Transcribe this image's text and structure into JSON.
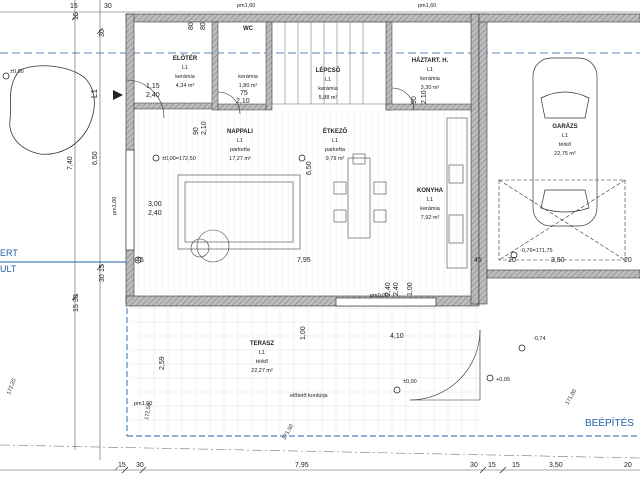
{
  "rooms": {
    "eloter": {
      "name": "ELŐTÉR",
      "level": "L1",
      "material": "kerámia",
      "area": "4,34 m²"
    },
    "wc": {
      "name": "WC",
      "material": "kerámia",
      "area": "1,80 m²"
    },
    "lepcso": {
      "name": "LÉPCSŐ",
      "level": "L1",
      "material": "kerámia",
      "area": "5,88 m²"
    },
    "haztart": {
      "name": "HÁZTART. H.",
      "level": "L1",
      "material": "kerámia",
      "area": "3,30 m²"
    },
    "nappali": {
      "name": "NAPPALI",
      "level": "L1",
      "material": "parketta",
      "area": "17,27 m²"
    },
    "etkezo": {
      "name": "ÉTKEZŐ",
      "level": "L1",
      "material": "parketta",
      "area": "9,79 m²"
    },
    "konyha": {
      "name": "KONYHA",
      "level": "L1",
      "material": "kerámia",
      "area": "7,92 m²"
    },
    "garazs": {
      "name": "GARÁZS",
      "level": "L1",
      "material": "térkő",
      "area": "22,75 m²"
    },
    "terasz": {
      "name": "TERASZ",
      "level": "L1",
      "material": "térkő",
      "area": "22,27 m²"
    }
  },
  "levels": {
    "pm_top1": "pm1,60",
    "pm_top2": "pm1,60",
    "zero": "±0,00",
    "zero_living": "±0,00=172,50",
    "garage_level": "-0,76=171,75",
    "pm_window": "pm1,00",
    "pm_bottom": "pm0,00",
    "terrace_zero": "±0,00",
    "plus005": "+0,05",
    "minus074": "-0,74",
    "ground_1": "172,20",
    "ground_2": "172,50",
    "ground_3": "171,50",
    "ground_4": "171,00",
    "pm_side": "pm1,00"
  },
  "dimensions": {
    "d115": "1,15",
    "d240": "2,40",
    "d75": "75",
    "d210": "2,10",
    "d90": "90",
    "d210b": "2,10",
    "d90b": "90",
    "d210c": "2,10",
    "d300": "3,00",
    "d240b": "2,40",
    "d740": "7,40",
    "d650": "6,50",
    "d650b": "6,50",
    "d795": "7,95",
    "d795b": "7,95",
    "d350": "3,50",
    "d350b": "3,50",
    "d410": "4,10",
    "d100": "1,00",
    "d259": "2,59",
    "d15a": "15",
    "d30a": "30",
    "d15b": "15",
    "d45a": "45",
    "d45b": "45",
    "d20a": "20",
    "d20b": "20",
    "d30b": "30",
    "d15c": "15",
    "d30c": "30",
    "d15d": "15",
    "d30d": "30",
    "d15e": "15",
    "d30e": "30",
    "d30f": "30",
    "d15f": "15",
    "d15g": "15",
    "d20c": "20",
    "d240c": "2,40",
    "d240d": "2,40",
    "d100b": "1,00",
    "d80": "80",
    "d80b": "80"
  },
  "labels": {
    "ert": "ERT",
    "ult": "ULT",
    "beepites": "BEÉPÍTÉS",
    "entry_mark": "L1",
    "terrace_contour": "előtető kontúrja"
  },
  "colors": {
    "wall": "#6b6b6b",
    "line": "#333333",
    "blue": "#1f5fa8",
    "hatch": "#bbbbbb"
  }
}
